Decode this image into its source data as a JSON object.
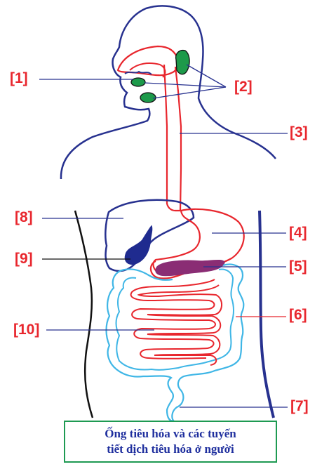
{
  "labels": {
    "l1": "[1]",
    "l2": "[2]",
    "l3": "[3]",
    "l4": "[4]",
    "l5": "[5]",
    "l6": "[6]",
    "l7": "[7]",
    "l8": "[8]",
    "l9": "[9]",
    "l10": "[10]"
  },
  "caption": {
    "line1": "Ống tiêu hóa và các tuyến",
    "line2": "tiết dịch tiêu hóa ở người"
  },
  "colors": {
    "label": "#e8262d",
    "body_outline": "#27318f",
    "tract": "#e8262d",
    "large_intestine": "#3fb6e6",
    "glands": "#1d9a4a",
    "gallbladder": "#1f2b8f",
    "pancreas": "#8a2d74",
    "caption_border": "#1e9a52",
    "caption_text": "#1f2f9e"
  }
}
